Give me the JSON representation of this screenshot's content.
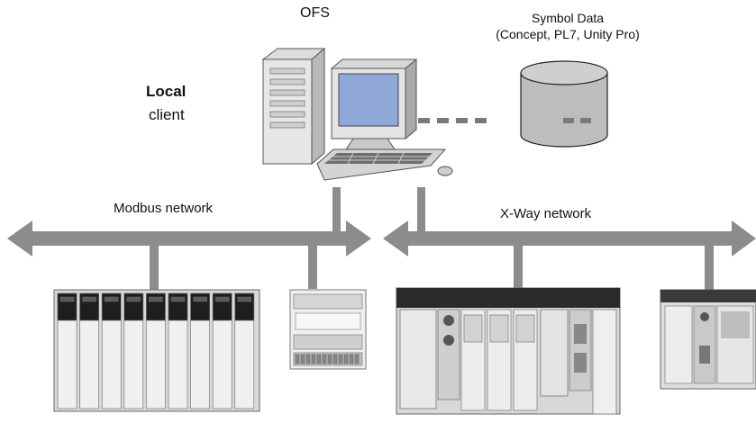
{
  "labels": {
    "ofs": "OFS",
    "symbol_data_line1": "Symbol Data",
    "symbol_data_line2": "(Concept, PL7, Unity Pro)",
    "local_title": "Local",
    "local_subtitle": "client",
    "modbus_network": "Modbus network",
    "xway_network": "X-Way network"
  },
  "devices": [
    {
      "name": "OFS server PC",
      "icon": "desktop-computer-icon"
    },
    {
      "name": "Symbol database",
      "icon": "database-cylinder-icon"
    },
    {
      "name": "Modbus PLC rack",
      "icon": "plc-rack-icon"
    },
    {
      "name": "Modbus I/O module",
      "icon": "io-module-icon"
    },
    {
      "name": "X-Way PLC rack",
      "icon": "plc-rack-icon"
    },
    {
      "name": "X-Way compact PLC",
      "icon": "plc-compact-icon"
    }
  ],
  "colors": {
    "network_arrow": "#8c8c8c",
    "monitor_screen": "#8fa8d8",
    "database": "#bdbdbd",
    "plc_body": "#e2e2e2",
    "plc_dark": "#1e1e1e"
  }
}
